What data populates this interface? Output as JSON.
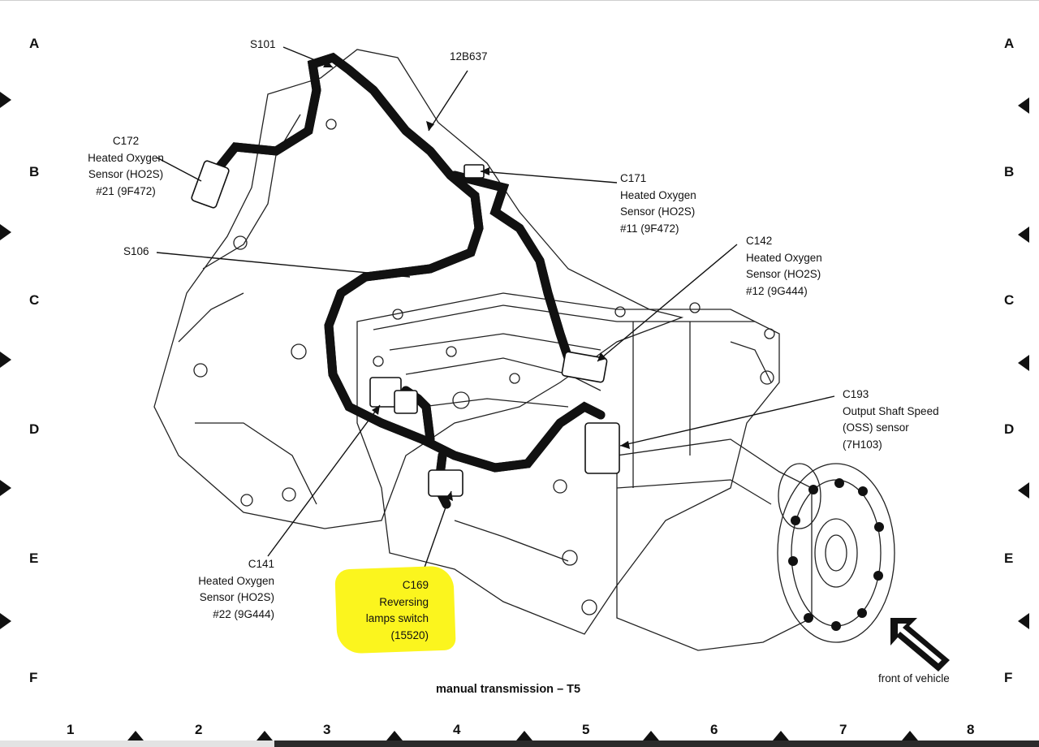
{
  "grid": {
    "rows": [
      "A",
      "B",
      "C",
      "D",
      "E",
      "F"
    ],
    "cols": [
      "1",
      "2",
      "3",
      "4",
      "5",
      "6",
      "7",
      "8"
    ]
  },
  "labels": {
    "s101": "S101",
    "c12b637": "12B637",
    "c172": [
      "C172",
      "Heated Oxygen",
      "Sensor (HO2S)",
      "#21 (9F472)"
    ],
    "c171": [
      "C171",
      "Heated Oxygen",
      "Sensor (HO2S)",
      "#11 (9F472)"
    ],
    "s106": "S106",
    "c142": [
      "C142",
      "Heated Oxygen",
      "Sensor (HO2S)",
      "#12 (9G444)"
    ],
    "c193": [
      "C193",
      "Output Shaft Speed",
      "(OSS) sensor",
      "(7H103)"
    ],
    "c141": [
      "C141",
      "Heated Oxygen",
      "Sensor (HO2S)",
      "#22 (9G444)"
    ],
    "c169": [
      "C169",
      "Reversing",
      "lamps switch",
      "(15520)"
    ]
  },
  "title": "manual transmission – T5",
  "front_label": "front of vehicle",
  "colors": {
    "highlight": "#fbf51e",
    "ink": "#111111"
  }
}
